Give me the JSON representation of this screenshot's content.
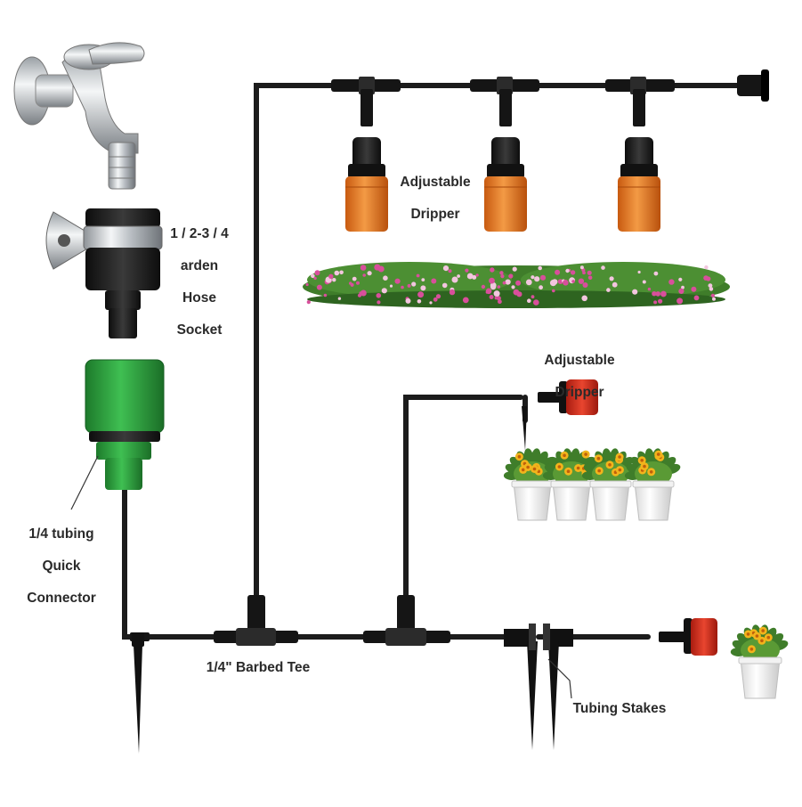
{
  "labels": {
    "hose_socket": [
      "1 / 2-3 / 4",
      "arden",
      "Hose",
      "Socket"
    ],
    "quick_connector": [
      "1/4 tubing",
      "Quick",
      "Connector"
    ],
    "barbed_tee": "1/4\" Barbed Tee",
    "tubing_stakes": "Tubing Stakes",
    "dripper_top": [
      "Adjustable",
      "Dripper"
    ],
    "dripper_mid": [
      "Adjustable",
      "Dripper"
    ]
  },
  "colors": {
    "tubing": "#1c1c1c",
    "dripper_orange": "#e8781e",
    "dripper_red": "#d63020",
    "connector_green": "#2a9d3a",
    "chrome": "#c8ccd0",
    "flower_pink": "#d84f9b",
    "flower_yellow": "#f2b41c",
    "foliage": "#3f7d2a"
  },
  "icons": [
    "faucet-icon",
    "hose-socket-icon",
    "quick-connector-icon",
    "adjustable-dripper-icon",
    "red-dripper-icon",
    "barbed-tee-icon",
    "tubing-stake-icon",
    "end-plug-icon",
    "flower-hedge-icon",
    "flower-pot-icon"
  ]
}
